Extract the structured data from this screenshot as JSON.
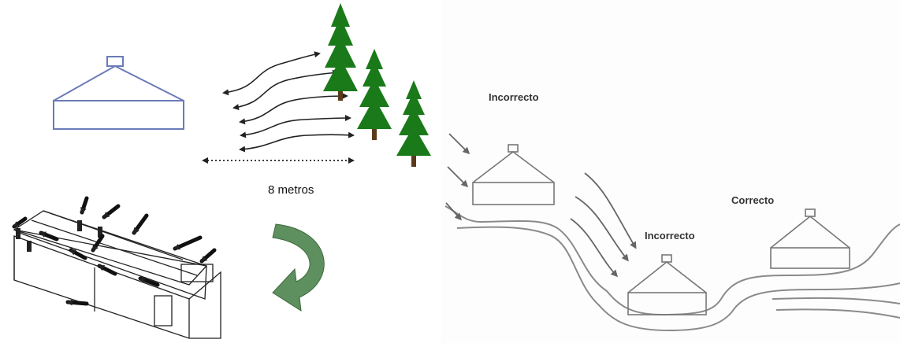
{
  "left_panel": {
    "distance_label": "8 metros"
  },
  "right_panel": {
    "labels": [
      "Incorrecto",
      "Incorrecto",
      "Correcto"
    ]
  },
  "colors": {
    "barn_outline": "#6a7bb8",
    "tree_green": "#1a7a1a",
    "trunk": "#5a3a1a",
    "curve_arrow": "#5e8f5e",
    "ink": "#222222",
    "terrain": "#8a8a8a",
    "background": "#ffffff"
  }
}
